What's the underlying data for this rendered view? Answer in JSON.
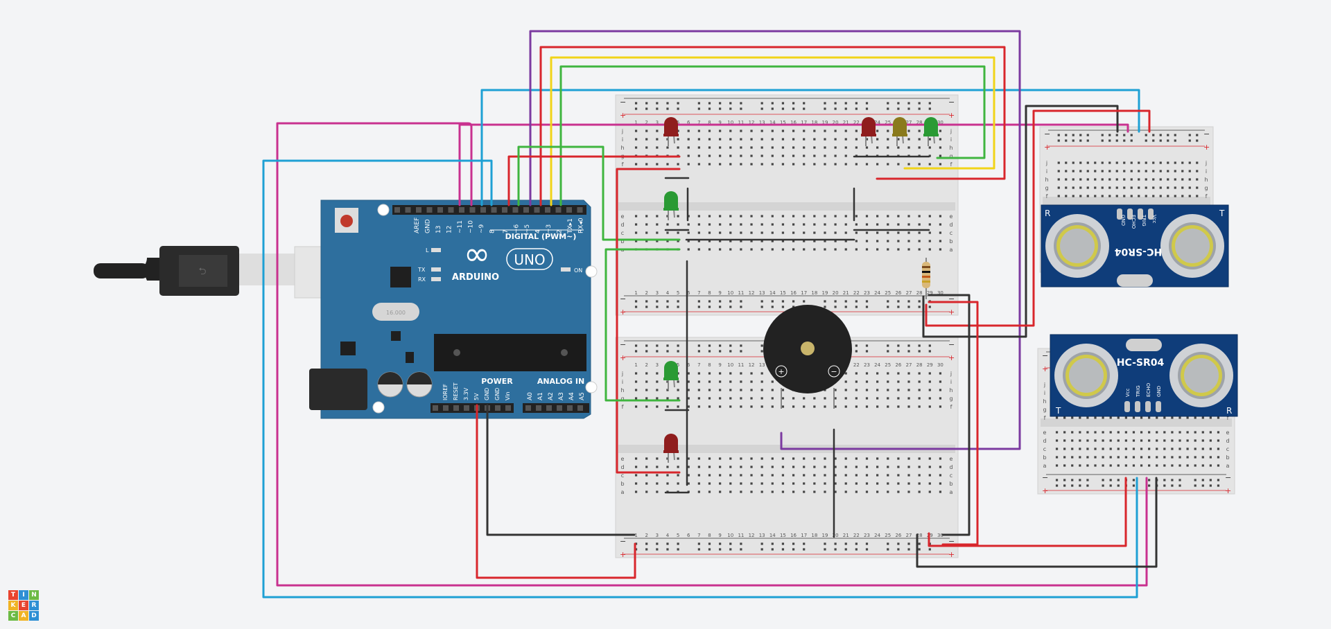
{
  "app": {
    "logo_letters": [
      "T",
      "I",
      "N",
      "K",
      "E",
      "R",
      "C",
      "A",
      "D"
    ],
    "logo_colors": [
      "#e8442f",
      "#2e8fd4",
      "#6cba44",
      "#f0b323",
      "#e8442f",
      "#2e8fd4",
      "#6cba44",
      "#f0b323",
      "#2e8fd4"
    ]
  },
  "arduino": {
    "brand": "ARDUINO",
    "model": "UNO",
    "digital_label": "DIGITAL (PWM~)",
    "power_label": "POWER",
    "analog_label": "ANALOG IN",
    "on_label": "ON",
    "l_label": "L",
    "tx_label": "TX",
    "rx_label": "RX",
    "crystal_label": "16.000",
    "digital_pins": [
      "AREF",
      "GND",
      "13",
      "12",
      "~11",
      "~10",
      "~9",
      "8",
      "7",
      "~6",
      "~5",
      "4",
      "~3",
      "2",
      "TX▸1",
      "RX◂0"
    ],
    "power_pins": [
      "IOREF",
      "RESET",
      "3.3V",
      "5V",
      "GND",
      "GND",
      "Vin"
    ],
    "analog_pins": [
      "A0",
      "A1",
      "A2",
      "A3",
      "A4",
      "A5"
    ]
  },
  "breadboard": {
    "col_numbers": [
      "1",
      "2",
      "3",
      "4",
      "5",
      "6",
      "7",
      "8",
      "9",
      "10",
      "11",
      "12",
      "13",
      "14",
      "15",
      "16",
      "17",
      "18",
      "19",
      "20",
      "21",
      "22",
      "23",
      "24",
      "25",
      "26",
      "27",
      "28",
      "29",
      "30"
    ],
    "row_letters_top": [
      "j",
      "i",
      "h",
      "g",
      "f"
    ],
    "row_letters_bottom": [
      "e",
      "d",
      "c",
      "b",
      "a"
    ],
    "minus_sign": "−",
    "plus_sign": "+"
  },
  "sensors": {
    "model": "HC-SR04",
    "pins": [
      "Vcc",
      "TRIG",
      "ECHO",
      "GND"
    ],
    "t_label": "T",
    "r_label": "R"
  },
  "buzzer": {
    "plus": "+",
    "minus": "−"
  },
  "colors": {
    "background": "#f3f4f6",
    "arduino_blue": "#2e6f9e",
    "sensor_blue": "#0f3d7a",
    "wire_red": "#d8262c",
    "wire_blue": "#1ea0d4",
    "wire_pink": "#c8318f",
    "wire_purple": "#7b3aa0",
    "wire_yellow": "#f1d418",
    "wire_green": "#3fb53f",
    "wire_black": "#333333",
    "led_red": "#8f1d1d",
    "led_green": "#2a9a34",
    "led_yellow": "#8a7a1c"
  }
}
